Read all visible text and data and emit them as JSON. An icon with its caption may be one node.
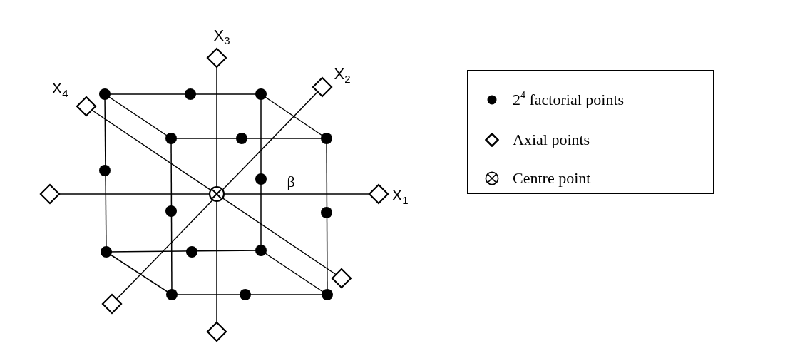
{
  "diagram": {
    "labels": [
      "X$_{3}$",
      "X$_{2}$",
      "X$_{4}$",
      "β",
      "X$_{1}$"
    ],
    "legend": [
      {
        "text": "2$^{4}$ factorial points"
      },
      {
        "text": "Axial points"
      },
      {
        "text": "Centre point"
      }
    ]
  }
}
